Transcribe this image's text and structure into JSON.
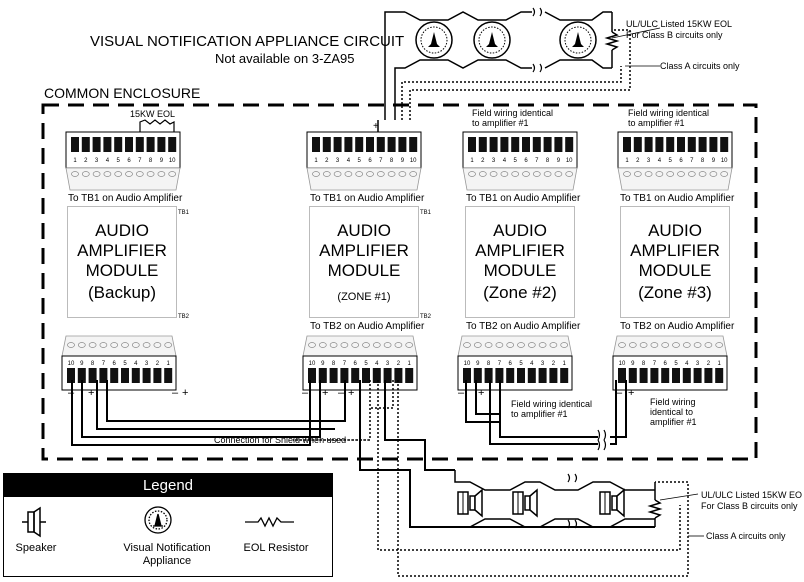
{
  "vnac": {
    "title": "VISUAL NOTIFICATION APPLIANCE CIRCUIT",
    "subtitle": "Not available on 3-ZA95",
    "eol_note_line1": "UL/ULC Listed 15KW EOL",
    "eol_note_line2": "For Class B circuits only",
    "class_a_note": "Class A circuits only"
  },
  "enclosure": {
    "label": "COMMON ENCLOSURE"
  },
  "modules": [
    {
      "line1": "AUDIO",
      "line2": "AMPLIFIER",
      "line3": "MODULE",
      "zone": "(Backup)",
      "tb1_label": "To TB1 on Audio Amplifier",
      "tb2_label": "",
      "top_note": "15KW EOL",
      "top_note2": ""
    },
    {
      "line1": "AUDIO",
      "line2": "AMPLIFIER",
      "line3": "MODULE",
      "zone": "(ZONE #1)",
      "tb1_label": "To TB1 on Audio Amplifier",
      "tb2_label": "To TB2 on Audio Amplifier",
      "top_note": "",
      "top_note2": ""
    },
    {
      "line1": "AUDIO",
      "line2": "AMPLIFIER",
      "line3": "MODULE",
      "zone": "(Zone #2)",
      "tb1_label": "To TB1 on Audio Amplifier",
      "tb2_label": "To TB2 on Audio Amplifier",
      "top_note": "Field wiring identical",
      "top_note2": "to amplifier #1"
    },
    {
      "line1": "AUDIO",
      "line2": "AMPLIFIER",
      "line3": "MODULE",
      "zone": "(Zone #3)",
      "tb1_label": "To TB1 on Audio Amplifier",
      "tb2_label": "To TB2 on Audio Amplifier",
      "top_note": "Field wiring identical",
      "top_note2": "to amplifier #1"
    }
  ],
  "tb_tags": {
    "tb1": "TB1",
    "tb2": "TB2"
  },
  "terminal_numbers": [
    "1",
    "2",
    "3",
    "4",
    "5",
    "6",
    "7",
    "8",
    "9",
    "10"
  ],
  "field_note_zone2": {
    "line1": "Field wiring identical",
    "line2": "to amplifier #1"
  },
  "field_note_zone3": {
    "line1": "Field wiring",
    "line2": "identical to",
    "line3": "amplifier #1"
  },
  "shield_note": "Connection for Shield when used",
  "speaker_circuit": {
    "eol_note_line1": "UL/ULC Listed 15KW EO",
    "eol_note_line2": "For Class B circuits only",
    "class_a_note": "Class A circuits only"
  },
  "legend": {
    "title": "Legend",
    "speaker": "Speaker",
    "vna_line1": "Visual Notification",
    "vna_line2": "Appliance",
    "eol": "EOL Resistor"
  },
  "polarity": {
    "plus": "+",
    "minus": "–"
  }
}
